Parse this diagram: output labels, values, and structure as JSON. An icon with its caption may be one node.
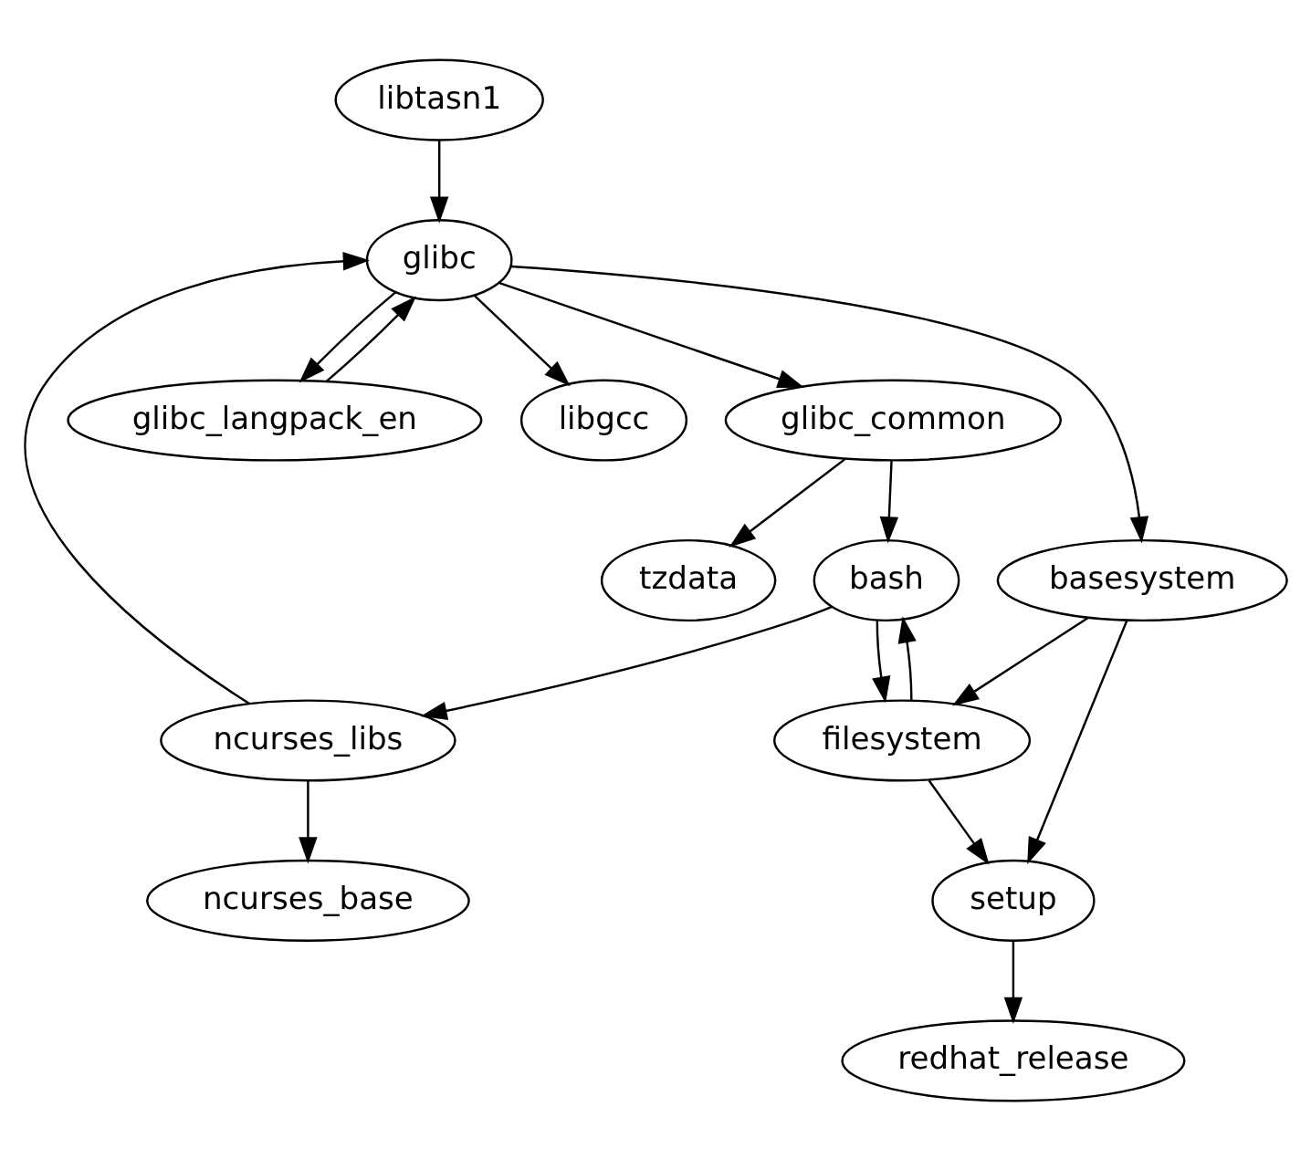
{
  "diagram": {
    "nodes": [
      {
        "text": [
          "libtasn1"
        ]
      },
      {
        "text": [
          "glibc"
        ]
      },
      {
        "text": [
          "glibc_common"
        ]
      },
      {
        "text": [
          "glibc_langpack_en"
        ]
      },
      {
        "text": [
          "libgcc"
        ]
      },
      {
        "text": [
          "tzdata"
        ]
      },
      {
        "text": [
          "bash"
        ]
      },
      {
        "text": [
          "basesystem"
        ]
      },
      {
        "text": [
          "ncurses_libs"
        ]
      },
      {
        "text": [
          "filesystem"
        ]
      },
      {
        "text": [
          "ncurses_base"
        ]
      },
      {
        "text": [
          "setup"
        ]
      },
      {
        "text": [
          "redhat_release"
        ]
      }
    ],
    "edges": [
      {
        "from": 0,
        "to": 1,
        "arrow": "to"
      },
      {
        "from": 1,
        "to": 2,
        "arrow": "to"
      },
      {
        "from": 1,
        "to": 3,
        "arrow": "to"
      },
      {
        "from": 3,
        "to": 1,
        "arrow": "to"
      },
      {
        "from": 1,
        "to": 4,
        "arrow": "to"
      },
      {
        "from": 1,
        "to": 7,
        "arrow": "to"
      },
      {
        "from": 2,
        "to": 5,
        "arrow": "to"
      },
      {
        "from": 2,
        "to": 6,
        "arrow": "to"
      },
      {
        "from": 6,
        "to": 8,
        "arrow": "to"
      },
      {
        "from": 6,
        "to": 9,
        "arrow": "to"
      },
      {
        "from": 9,
        "to": 6,
        "arrow": "to"
      },
      {
        "from": 7,
        "to": 9,
        "arrow": "to"
      },
      {
        "from": 7,
        "to": 11,
        "arrow": "to"
      },
      {
        "from": 8,
        "to": 1,
        "arrow": "to"
      },
      {
        "from": 8,
        "to": 10,
        "arrow": "to"
      },
      {
        "from": 9,
        "to": 11,
        "arrow": "to"
      },
      {
        "from": 11,
        "to": 12,
        "arrow": "to"
      }
    ]
  }
}
